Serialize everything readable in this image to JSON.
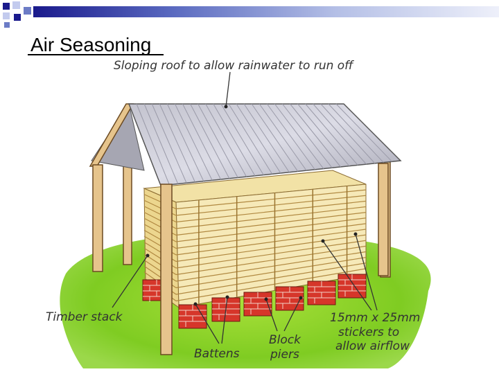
{
  "slide": {
    "title": "Air Seasoning",
    "accent_colors": [
      "#1a1a8c",
      "#6c7cc6",
      "#c3cbee"
    ]
  },
  "diagram": {
    "labels": {
      "roof": "Sloping roof to allow rainwater to run off",
      "timber_stack": "Timber stack",
      "battens": "Battens",
      "block_piers_line1": "Block",
      "block_piers_line2": "piers",
      "stickers_line1": "15mm x 25mm",
      "stickers_line2": "stickers to",
      "stickers_line3": "allow airflow"
    }
  }
}
